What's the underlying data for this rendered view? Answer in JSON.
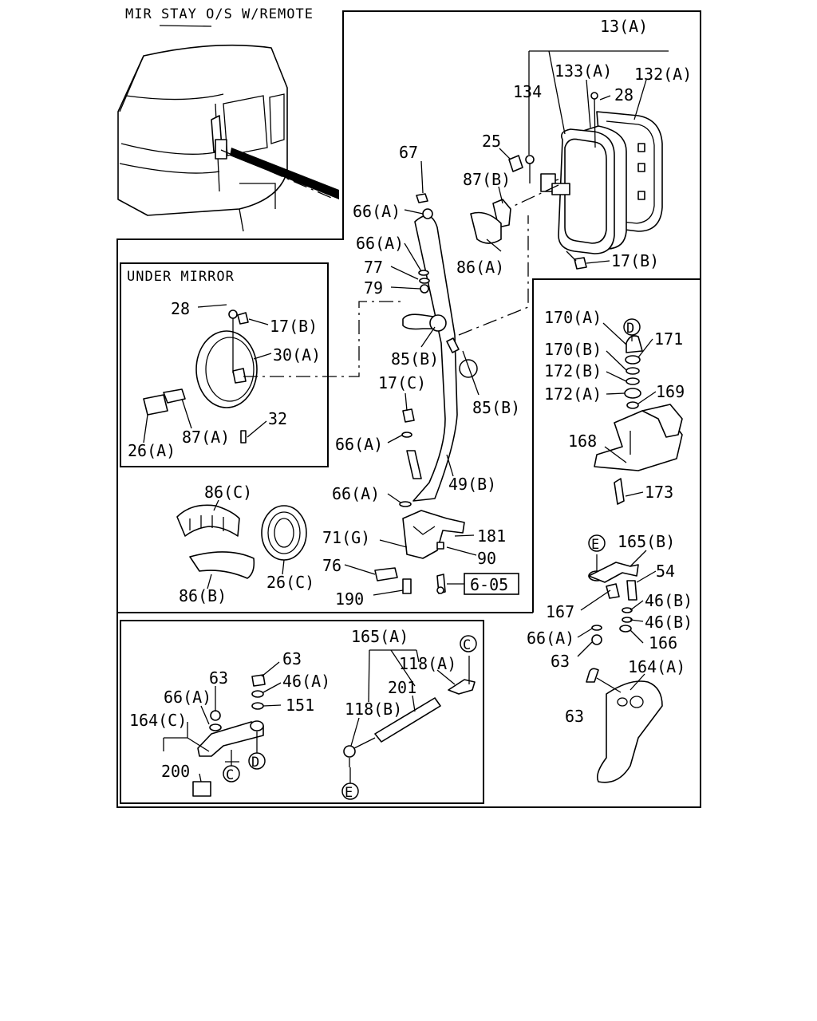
{
  "diagram": {
    "titles": {
      "main": "MIR STAY O/S W/REMOTE",
      "under_mirror": "UNDER MIRROR"
    },
    "labels": [
      "13(A)",
      "133(A)",
      "132(A)",
      "134",
      "28",
      "25",
      "87(B)",
      "67",
      "66(A)",
      "86(A)",
      "17(B)",
      "66(A)",
      "77",
      "79",
      "28",
      "17(B)",
      "30(A)",
      "85(B)",
      "85(B)",
      "17(C)",
      "26(A)",
      "87(A)",
      "32",
      "66(A)",
      "49(B)",
      "86(C)",
      "66(A)",
      "71(G)",
      "181",
      "90",
      "26(C)",
      "76",
      "86(B)",
      "190",
      "170(A)",
      "171",
      "170(B)",
      "172(B)",
      "172(A)",
      "169",
      "168",
      "173",
      "165(B)",
      "54",
      "46(B)",
      "167",
      "46(B)",
      "66(A)",
      "166",
      "63",
      "164(A)",
      "63",
      "165(A)",
      "118(A)",
      "63",
      "63",
      "46(A)",
      "201",
      "66(A)",
      "151",
      "118(B)",
      "164(C)",
      "200"
    ],
    "circled": [
      "D",
      "E",
      "C",
      "C",
      "D",
      "E"
    ],
    "ref_box": "6-05"
  }
}
